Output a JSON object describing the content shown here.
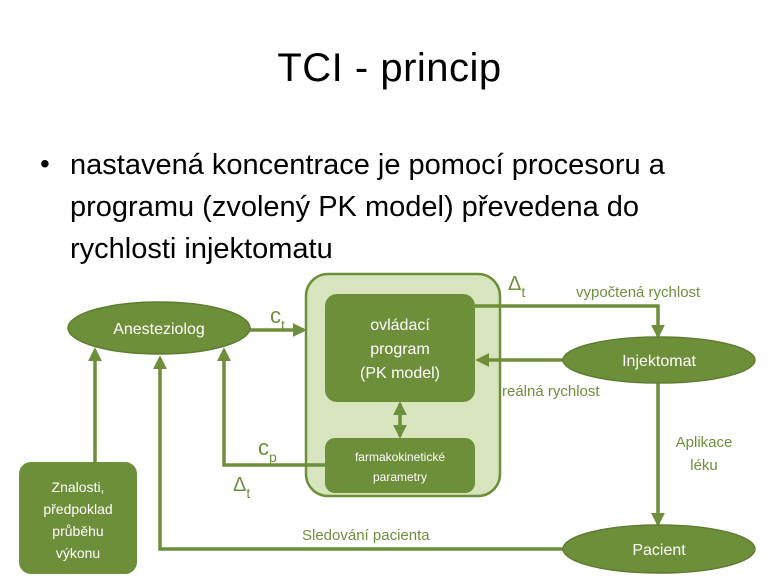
{
  "title": "TCI - princip",
  "bullet": "nastavená koncentrace je pomocí procesoru a programu (zvolený PK model) převedena do rychlosti injektomatu",
  "nodes": {
    "anesteziolog": "Anesteziolog",
    "program_lines": [
      "ovládací",
      "program",
      "(PK model)"
    ],
    "parametry_lines": [
      "farmakokinetické",
      "parametry"
    ],
    "injektomat": "Injektomat",
    "pacient": "Pacient",
    "znalosti_lines": [
      "Znalosti,",
      "předpoklad",
      "průběhu",
      "výkonu"
    ]
  },
  "labels": {
    "ct_symbol": "c",
    "ct_sub": "t",
    "cp_symbol": "c",
    "cp_sub": "p",
    "delta_top_symbol": "Δ",
    "delta_top_sub": "t",
    "delta_bottom_symbol": "Δ",
    "delta_bottom_sub": "t",
    "vypoctena": "vypočtená rychlost",
    "realna": "reálná rychlost",
    "aplikace_lines": [
      "Aplikace",
      "léku"
    ],
    "sledovani": "Sledování pacienta"
  },
  "colors": {
    "dark_green": "#6e8f3a",
    "light_green": "#d7e4bd",
    "text_on_dark": "#ffffff"
  }
}
